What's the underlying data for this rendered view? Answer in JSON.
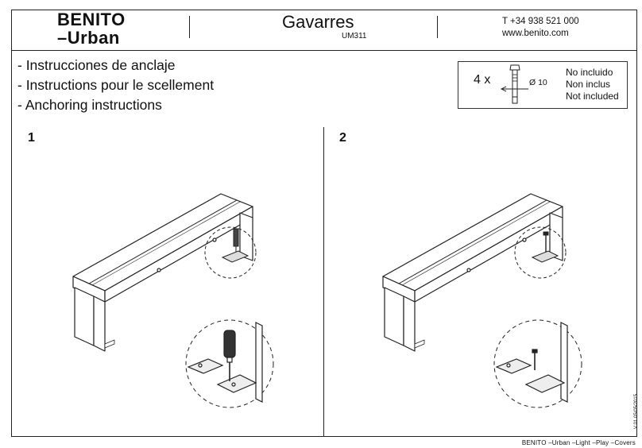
{
  "header": {
    "brand_line1": "BENITO",
    "brand_line2": "–Urban",
    "product_name": "Gavarres",
    "product_code": "UM311",
    "phone": "T +34 938 521 000",
    "website": "www.benito.com"
  },
  "title_lines": [
    "- Instrucciones de anclaje",
    "- Instructions pour le scellement",
    "- Anchoring instructions"
  ],
  "anchor_kit": {
    "quantity": "4 x",
    "diameter": "Ø 10",
    "notes": [
      "No incluido",
      "Non inclus",
      "Not included"
    ]
  },
  "steps": [
    {
      "number": "1",
      "tool": "screwdriver-icon"
    },
    {
      "number": "2",
      "tool": "anchor-bolt-icon"
    }
  ],
  "footer": {
    "brands": "BENITO –Urban –Light –Play –Covers",
    "version": "V 01 05/05/2015"
  }
}
